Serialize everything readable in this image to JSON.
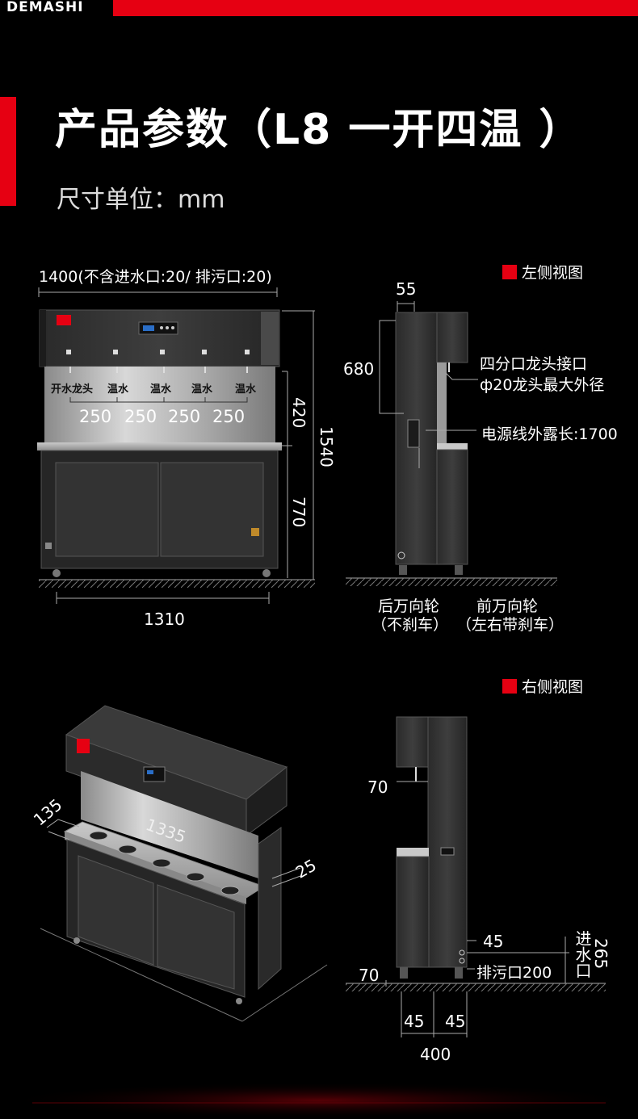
{
  "brand": "DEMASHI",
  "title": "产品参数（L8 一开四温 ）",
  "unit_label": "尺寸单位：mm",
  "front_view": {
    "width_label": "1400(不含进水口:20/ 排污口:20)",
    "tap_labels": [
      "开水龙头",
      "温水",
      "温水",
      "温水",
      "温水"
    ],
    "tap_spacings": [
      "250",
      "250",
      "250",
      "250"
    ],
    "dim_420": "420",
    "dim_770": "770",
    "dim_1540": "1540",
    "dim_1310": "1310"
  },
  "left_view": {
    "legend": "左侧视图",
    "dim_55": "55",
    "dim_680": "680",
    "faucet_connector": "四分口龙头接口",
    "faucet_diameter": "ф20龙头最大外径",
    "cable_length": "电源线外露长:1700",
    "rear_wheel": "后万向轮",
    "rear_wheel_note": "（不刹车）",
    "front_wheel": "前万向轮",
    "front_wheel_note": "（左右带刹车）"
  },
  "perspective_view": {
    "dim_135": "135",
    "dim_1335": "1335",
    "dim_25": "25"
  },
  "right_view": {
    "legend": "右侧视图",
    "dim_70_top": "70",
    "dim_45_right": "45",
    "dim_265": "265",
    "inlet_label": "进水口",
    "drain_label": "排污口200",
    "dim_70_bottom": "70",
    "dim_45_left": "45",
    "dim_45_mid": "45",
    "dim_400": "400"
  },
  "colors": {
    "accent": "#e60012",
    "background": "#000000",
    "stainless": "#b5b5b5"
  }
}
